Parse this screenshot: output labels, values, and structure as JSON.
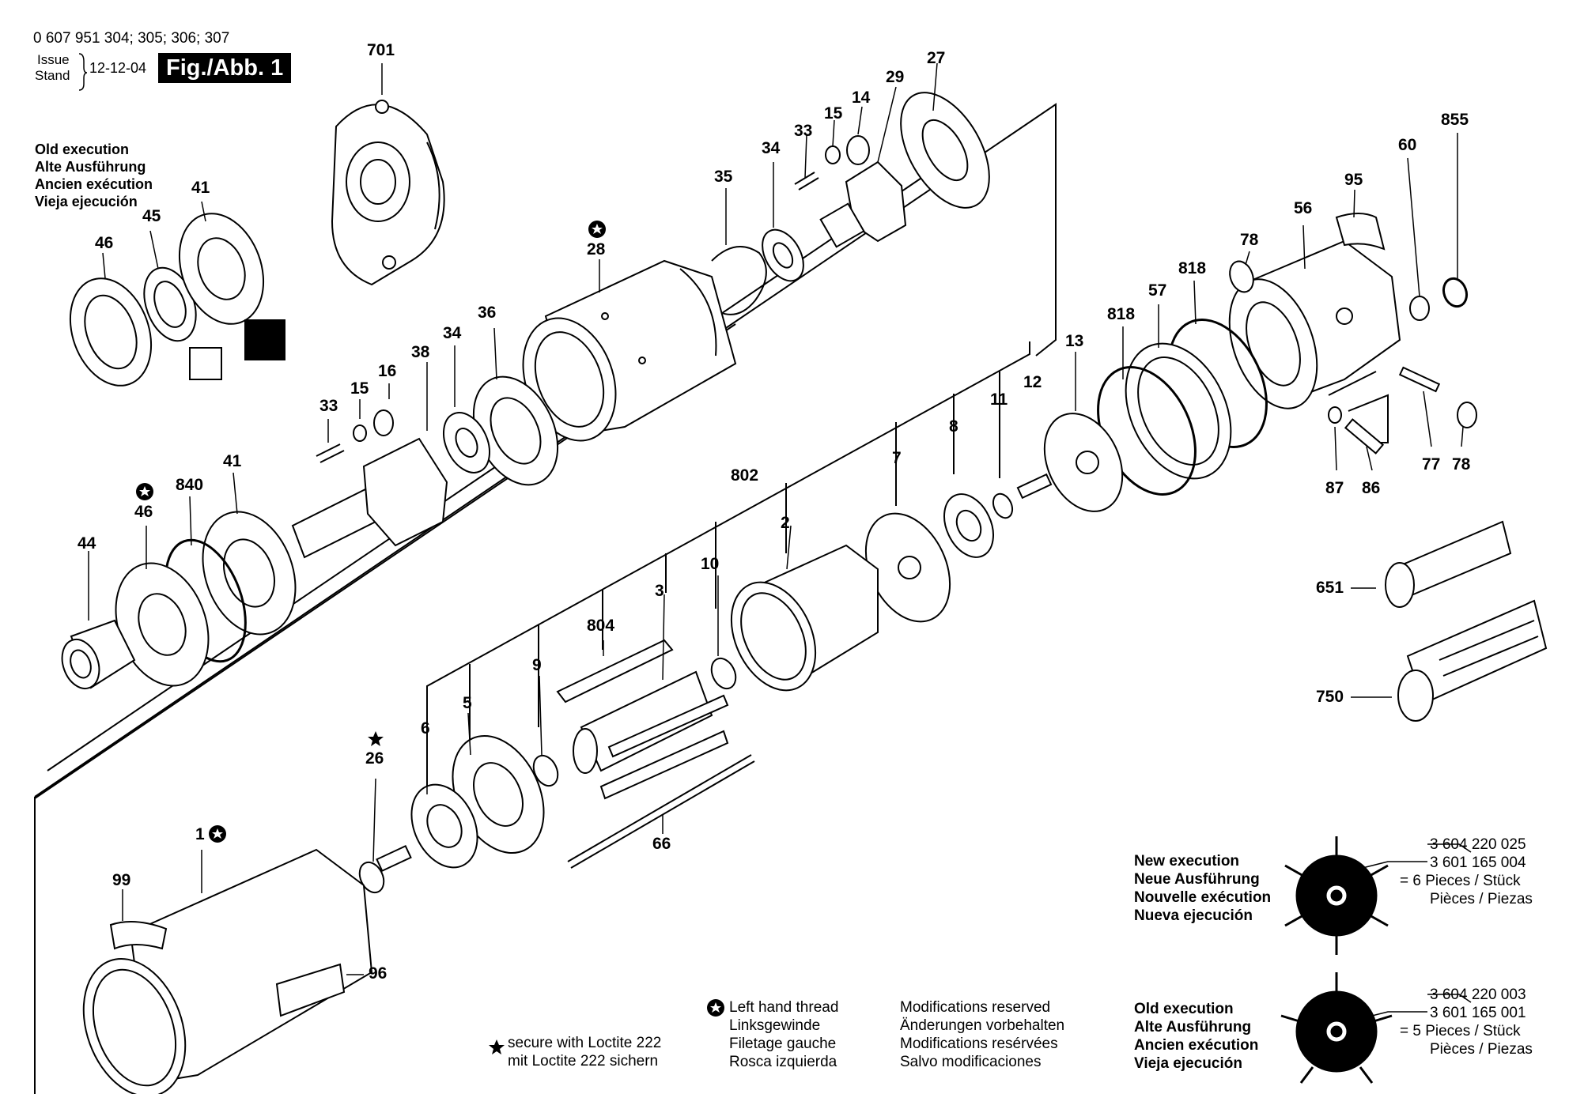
{
  "header": {
    "part_numbers": "0 607 951 304; 305; 306; 307",
    "issue_word": "Issue",
    "stand_word": "Stand",
    "date": "12-12-04",
    "figure": "Fig./Abb. 1"
  },
  "old_execution_top": [
    "Old execution",
    "Alte Ausführung",
    "Ancien exécution",
    "Vieja ejecución"
  ],
  "part_labels": {
    "p701": "701",
    "p27": "27",
    "p29": "29",
    "p14": "14",
    "p15a": "15",
    "p33a": "33",
    "p34a": "34",
    "p35": "35",
    "p28": "28",
    "p855": "855",
    "p60": "60",
    "p95": "95",
    "p56": "56",
    "p78a": "78",
    "p818a": "818",
    "p57": "57",
    "p818b": "818",
    "p13": "13",
    "p12": "12",
    "p11": "11",
    "p8": "8",
    "p7": "7",
    "p77": "77",
    "p78b": "78",
    "p87": "87",
    "p86": "86",
    "p41a": "41",
    "p45": "45",
    "p46a": "46",
    "p38": "38",
    "p36": "36",
    "p34b": "34",
    "p16": "16",
    "p15b": "15",
    "p33b": "33",
    "p41b": "41",
    "p840": "840",
    "p46b": "46",
    "p44": "44",
    "p802": "802",
    "p2": "2",
    "p10": "10",
    "p3": "3",
    "p804": "804",
    "p9": "9",
    "p5": "5",
    "p6": "6",
    "p26": "26",
    "p66": "66",
    "p651": "651",
    "p750": "750",
    "p1": "1",
    "p99": "99",
    "p96": "96"
  },
  "new_execution": {
    "lines": [
      "New execution",
      "Neue Ausführung",
      "Nouvelle exécution",
      "Nueva ejecución"
    ],
    "part_a": "3 604 220 025",
    "part_b": "3 601 165 004",
    "qty_line1": "= 6 Pieces / Stück",
    "qty_line2": "Pièces / Piezas"
  },
  "old_execution_bottom": {
    "lines": [
      "Old execution",
      "Alte Ausführung",
      "Ancien exécution",
      "Vieja ejecución"
    ],
    "part_a": "3 604 220 003",
    "part_b": "3 601 165 001",
    "qty_line1": "= 5 Pieces / Stück",
    "qty_line2": "Pièces / Piezas"
  },
  "legend": {
    "loctite": [
      "secure with Loctite 222",
      "mit Loctite 222 sichern"
    ],
    "left_hand": [
      "Left hand thread",
      "Linksgewinde",
      "Filetage gauche",
      "Rosca izquierda"
    ],
    "modifications": [
      "Modifications reserved",
      "Änderungen vorbehalten",
      "Modifications resérvées",
      "Salvo modificaciones"
    ]
  }
}
